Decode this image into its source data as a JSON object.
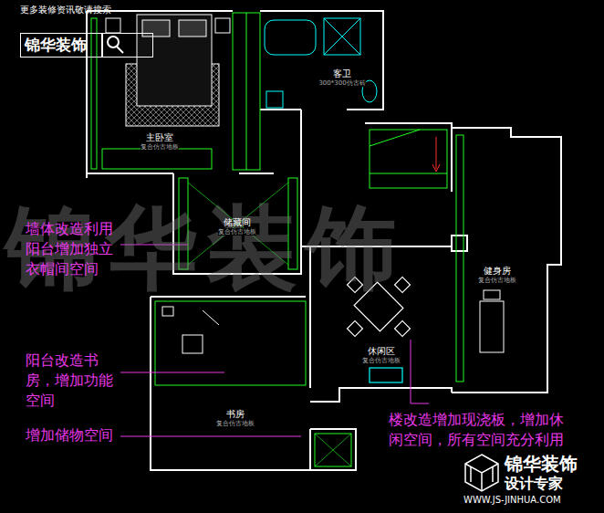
{
  "diagram": {
    "nodes": [
      {
        "text": [
          "锦华装饰"
        ]
      },
      {
        "text": [
          "主卧室",
          "复合仿古地板"
        ]
      },
      {
        "text": [
          "客卫",
          "300*300仿古砖"
        ]
      },
      {
        "text": [
          "储藏间",
          "复合仿古地板"
        ]
      },
      {
        "text": [
          "健身房",
          "复合仿古地板"
        ]
      },
      {
        "text": [
          "休闲区",
          "复合仿古地板"
        ]
      },
      {
        "text": [
          "书房",
          "复合仿古地板"
        ]
      }
    ],
    "labels": [
      "更多装修资讯敬请搜索",
      "锦华装饰",
      "墙体改造利用阳台增加独立衣帽间空间",
      "阳台改造书房，增加功能空间",
      "增加储物空间",
      "楼改造增加现浇板，增加休闲空间，所有空间充分利用",
      "锦华装饰",
      "设计专家",
      "WWW.JS-JINHUA.COM"
    ]
  }
}
